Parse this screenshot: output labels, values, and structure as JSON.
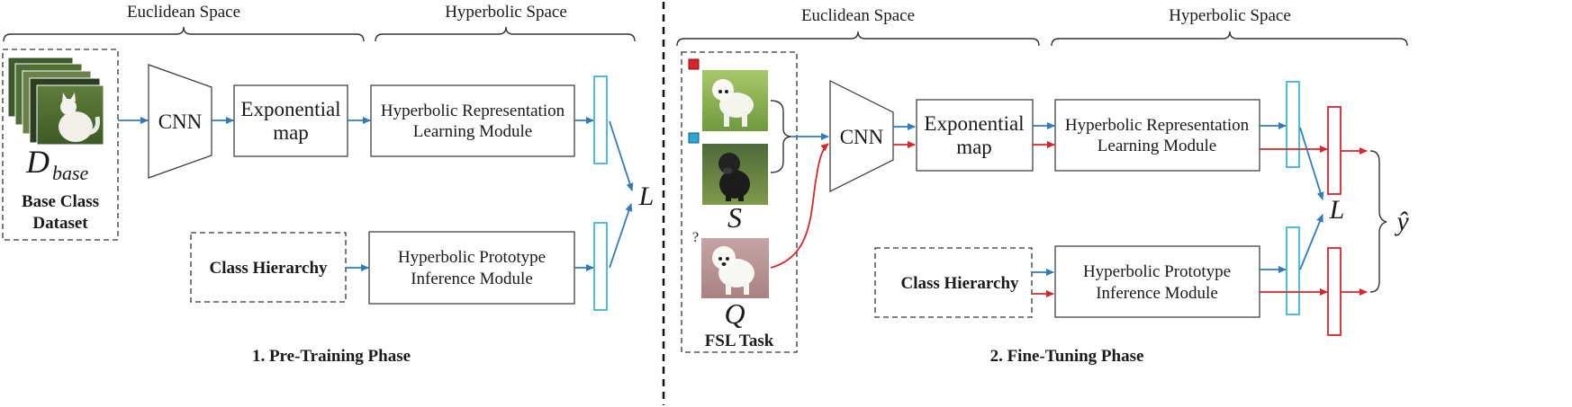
{
  "pretrain": {
    "euclidean_label": "Euclidean Space",
    "hyperbolic_label": "Hyperbolic Space",
    "dataset_symbol": "D",
    "dataset_subscript": "base",
    "dataset_caption_line1": "Base Class",
    "dataset_caption_line2": "Dataset",
    "cnn_label": "CNN",
    "expmap_line1": "Exponential",
    "expmap_line2": "map",
    "hrl_line1": "Hyperbolic Representation",
    "hrl_line2": "Learning Module",
    "class_hierarchy": "Class Hierarchy",
    "hpi_line1": "Hyperbolic Prototype",
    "hpi_line2": "Inference Module",
    "loss_symbol": "L",
    "phase_label": "1. Pre-Training Phase"
  },
  "finetune": {
    "euclidean_label": "Euclidean Space",
    "hyperbolic_label": "Hyperbolic Space",
    "support_symbol": "S",
    "query_mark": "?",
    "query_symbol": "Q",
    "task_caption": "FSL Task",
    "cnn_label": "CNN",
    "expmap_line1": "Exponential",
    "expmap_line2": "map",
    "hrl_line1": "Hyperbolic Representation",
    "hrl_line2": "Learning Module",
    "class_hierarchy": "Class Hierarchy",
    "hpi_line1": "Hyperbolic Prototype",
    "hpi_line2": "Inference Module",
    "loss_symbol": "L",
    "output_symbol": "ŷ",
    "phase_label": "2. Fine-Tuning Phase"
  },
  "colors": {
    "blue_arrow": "#2e7bbf",
    "red_arrow": "#d9242b",
    "blue_vector": "#3fb4d8",
    "support_class_1": "#d9242b",
    "support_class_2": "#2aa6d9"
  }
}
